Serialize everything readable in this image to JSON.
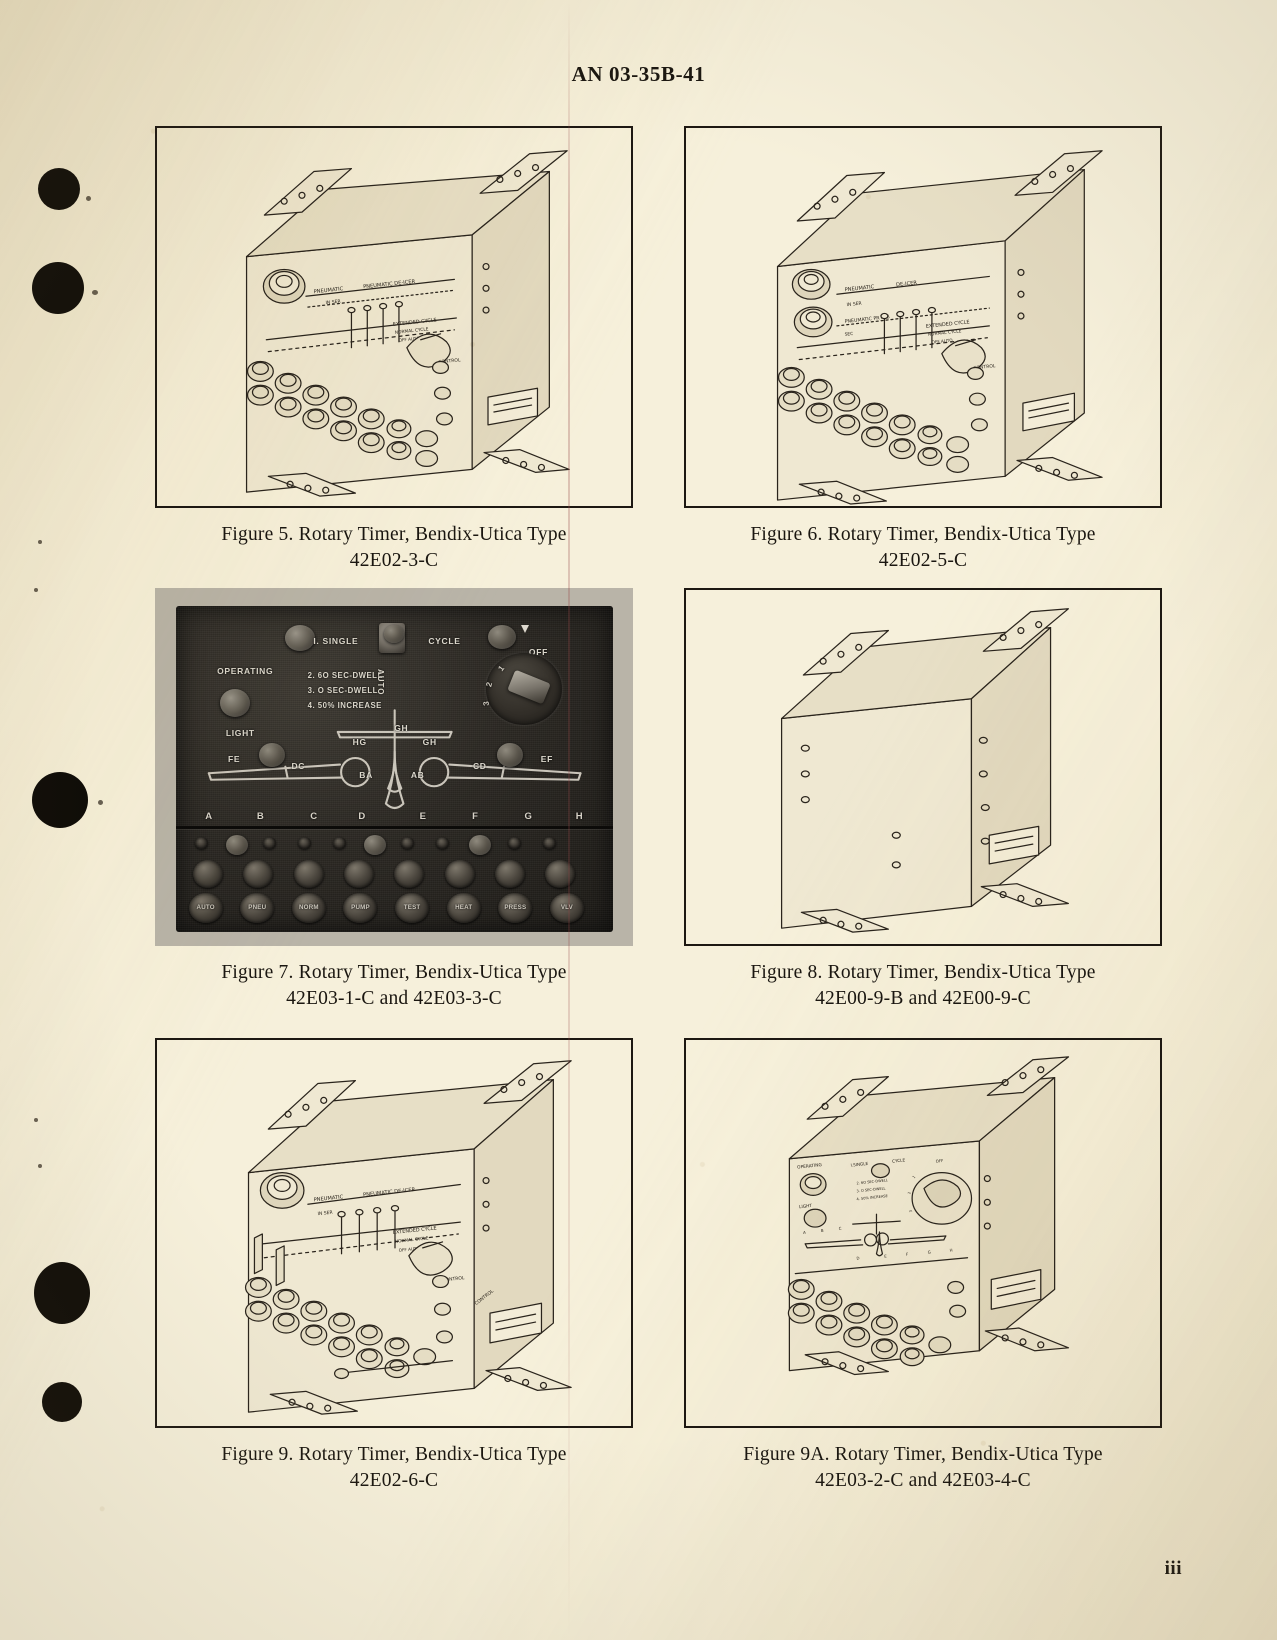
{
  "document": {
    "header": "AN 03-35B-41",
    "page_number": "iii"
  },
  "figures": [
    {
      "id": "figure-5",
      "caption_line1": "Figure 5.  Rotary Timer, Bendix-Utica Type",
      "caption_line2": "42E02-3-C",
      "kind": "line-drawing"
    },
    {
      "id": "figure-6",
      "caption_line1": "Figure 6.  Rotary Timer, Bendix-Utica Type",
      "caption_line2": "42E02-5-C",
      "kind": "line-drawing"
    },
    {
      "id": "figure-7",
      "caption_line1": "Figure 7.  Rotary Timer, Bendix-Utica Type",
      "caption_line2": "42E03-1-C and 42E03-3-C",
      "kind": "photograph"
    },
    {
      "id": "figure-8",
      "caption_line1": "Figure 8.  Rotary Timer, Bendix-Utica Type",
      "caption_line2": "42E00-9-B and 42E00-9-C",
      "kind": "line-drawing"
    },
    {
      "id": "figure-9",
      "caption_line1": "Figure 9.  Rotary Timer, Bendix-Utica Type",
      "caption_line2": "42E02-6-C",
      "kind": "line-drawing"
    },
    {
      "id": "figure-9a",
      "caption_line1": "Figure 9A.  Rotary Timer, Bendix-Utica Type",
      "caption_line2": "42E03-2-C and 42E03-4-C",
      "kind": "line-drawing"
    }
  ],
  "figure7_panel": {
    "labels": {
      "operating": "OPERATING",
      "light": "LIGHT",
      "single": "I. SINGLE",
      "cycle": "CYCLE",
      "mode_2": "2. 6O SEC-DWELL",
      "mode_3": "3. O SEC-DWELL",
      "mode_4": "4. 50% INCREASE",
      "auto_vertical": "AUTO",
      "off": "OFF"
    },
    "dial_ticks": [
      "1",
      "2",
      "3"
    ],
    "aircraft_diagram": {
      "left_outer": "FE",
      "left_mid": "DC",
      "left_inner": "BA",
      "right_inner": "AB",
      "right_mid": "CD",
      "right_outer": "EF",
      "tail_left": "HG",
      "tail_top": "GH",
      "tail_right": "GH"
    },
    "station_letters": [
      "A",
      "B",
      "C",
      "D",
      "E",
      "F",
      "G",
      "H"
    ],
    "pushbutton_labels": [
      "AUTO",
      "PNEU",
      "NORM",
      "PUMP",
      "TEST",
      "HEAT",
      "PRESS",
      "VLV"
    ]
  },
  "colors": {
    "paper": "#f6f0db",
    "ink": "#1a1610",
    "rule": "#1d1812",
    "photo_mount": "#b9b4a8",
    "panel_face": "#2b2823"
  }
}
